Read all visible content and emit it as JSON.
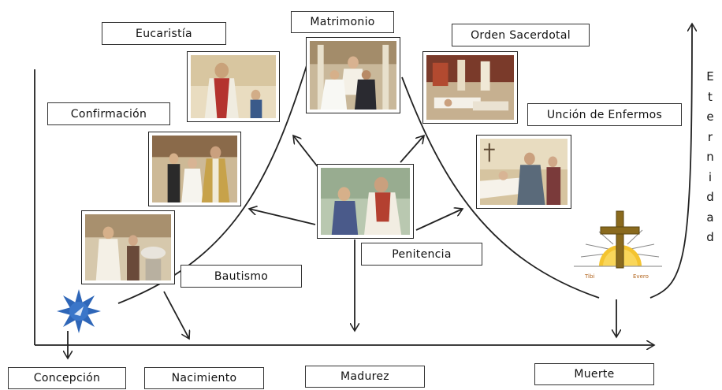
{
  "sacraments": {
    "eucaristia": "Eucaristía",
    "matrimonio": "Matrimonio",
    "orden": "Orden Sacerdotal",
    "confirmacion": "Confirmación",
    "uncion": "Unción de Enfermos",
    "penitencia": "Penitencia",
    "bautismo": "Bautismo"
  },
  "stages": {
    "concepcion": "Concepción",
    "nacimiento": "Nacimiento",
    "madurez": "Madurez",
    "muerte": "Muerte"
  },
  "eternidad": [
    "E",
    "t",
    "e",
    "r",
    "n",
    "i",
    "d",
    "a",
    "d"
  ],
  "cross_logo": {
    "left_text": "Tibi",
    "right_text": "Evero"
  }
}
